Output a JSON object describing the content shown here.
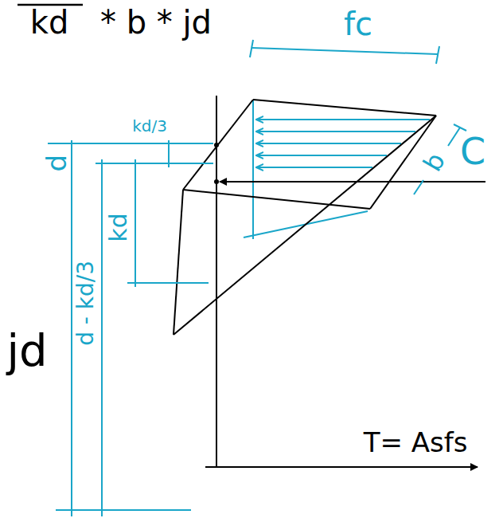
{
  "diagram": {
    "labels": [
      "kd",
      "* b * jd",
      "fc",
      "C",
      "b",
      "kd/3",
      "kd",
      "d",
      "d - kd/3",
      "jd",
      "T= Asfs"
    ]
  }
}
